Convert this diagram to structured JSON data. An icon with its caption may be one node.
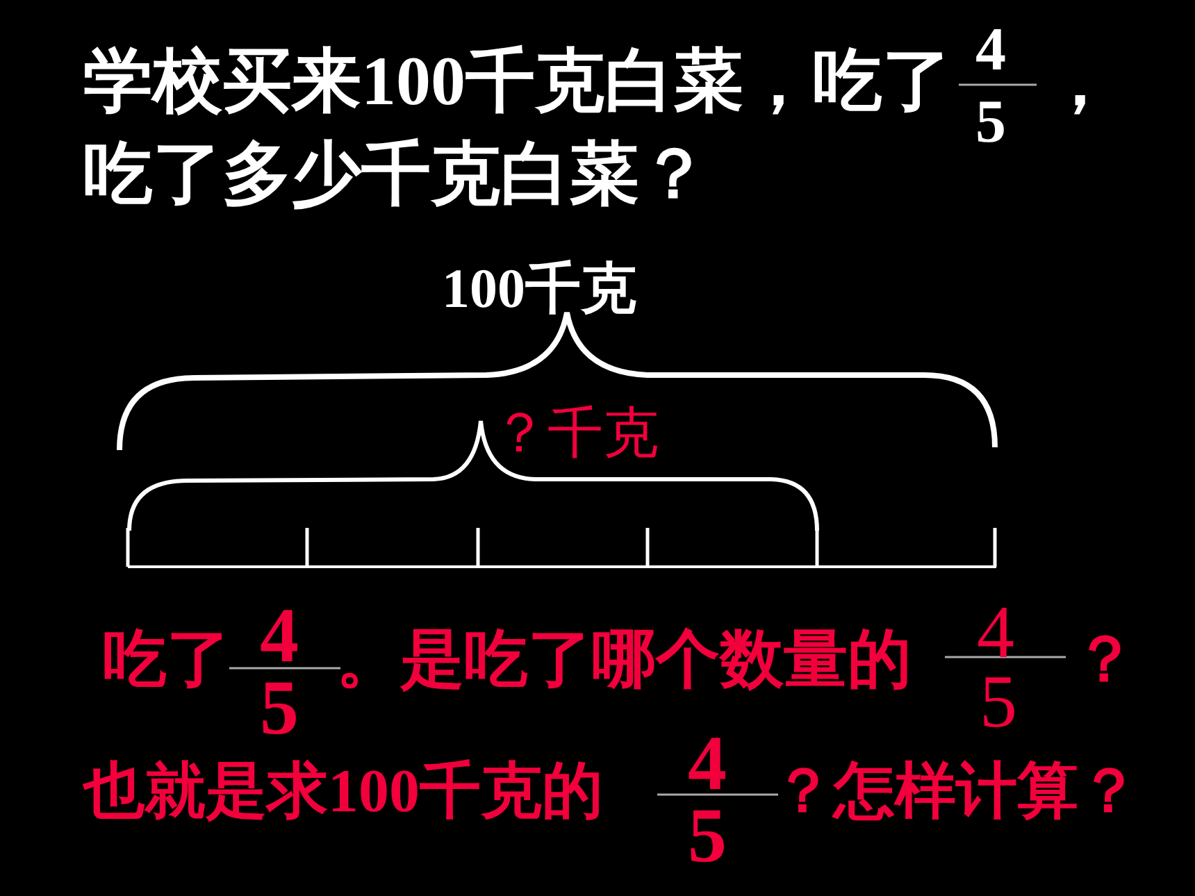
{
  "diagram": {
    "labels": [
      "学校买来100千克白菜，吃了",
      "，",
      "吃了多少千克白菜？",
      "4",
      "5",
      "100千克",
      "？千克",
      "吃了",
      "4",
      "5",
      "。是吃了哪个数量的",
      "4",
      "5",
      "？",
      "也就是求100千克的",
      "4",
      "5",
      "？怎样计算？"
    ]
  }
}
